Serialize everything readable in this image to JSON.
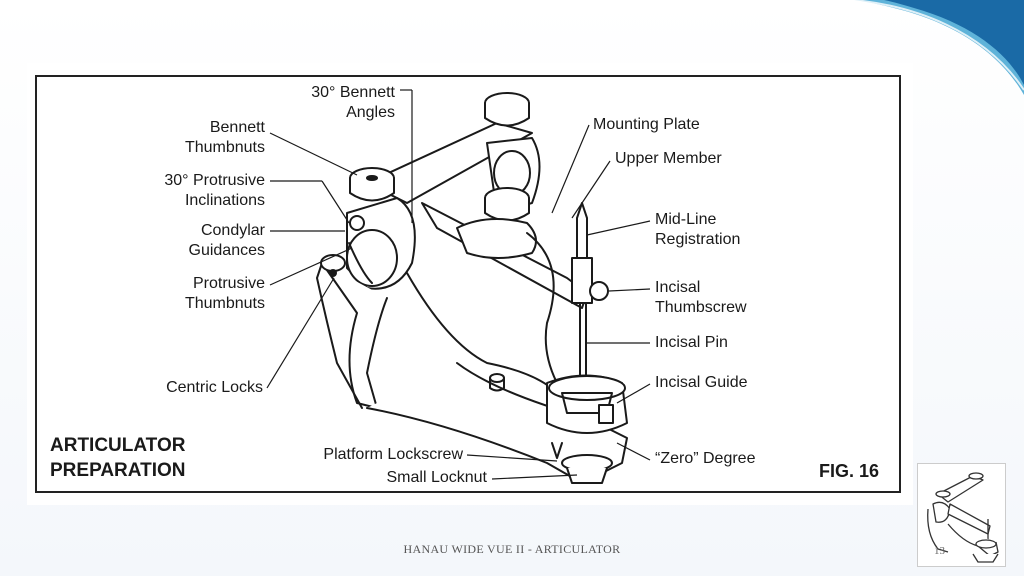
{
  "slide": {
    "footer": "HANAU WIDE VUE II - ARTICULATOR",
    "slide_number": "13"
  },
  "figure": {
    "title": "ARTICULATOR\nPREPARATION",
    "fig_label": "FIG. 16",
    "labels": {
      "bennett_angles": "30° Bennett\nAngles",
      "bennett_thumbnuts": "Bennett\nThumbnuts",
      "protrusive_inclinations": "30° Protrusive\nInclinations",
      "condylar_guidances": "Condylar\nGuidances",
      "protrusive_thumbnuts": "Protrusive\nThumbnuts",
      "centric_locks": "Centric Locks",
      "mounting_plate": "Mounting Plate",
      "upper_member": "Upper Member",
      "midline_registration": "Mid-Line\nRegistration",
      "incisal_thumbscrew": "Incisal\nThumbscrew",
      "incisal_pin": "Incisal Pin",
      "incisal_guide": "Incisal Guide",
      "platform_lockscrew": "Platform Lockscrew",
      "small_locknut": "Small Locknut",
      "zero_degree": "“Zero” Degree"
    }
  },
  "colors": {
    "swoosh_dark": "#1a6aa6",
    "swoosh_light": "#5fb3d9",
    "ink": "#1a1a1a"
  }
}
